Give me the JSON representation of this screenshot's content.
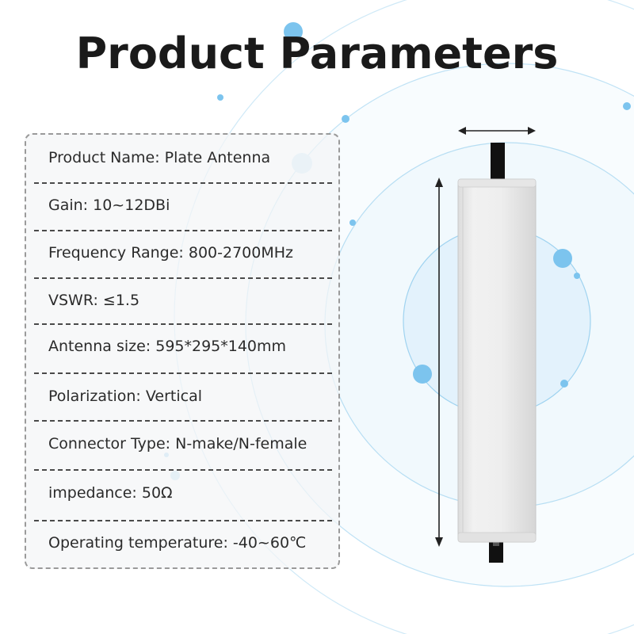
{
  "title": "Product Parameters",
  "specs": [
    "Product Name: Plate Antenna",
    "Gain: 10~12DBi",
    "Frequency Range: 800-2700MHz",
    "VSWR: ≤1.5",
    "Antenna size: 595*295*140mm",
    "Polarization: Vertical",
    "Connector Type: N-make/N-female",
    "impedance: 50Ω",
    "Operating temperature:  -40~60℃"
  ],
  "colors": {
    "title": "#1a1a1a",
    "accent_blue": "#7cc4ee",
    "circle_fill": "#e4f3fc",
    "antenna_body": "#ececec"
  }
}
